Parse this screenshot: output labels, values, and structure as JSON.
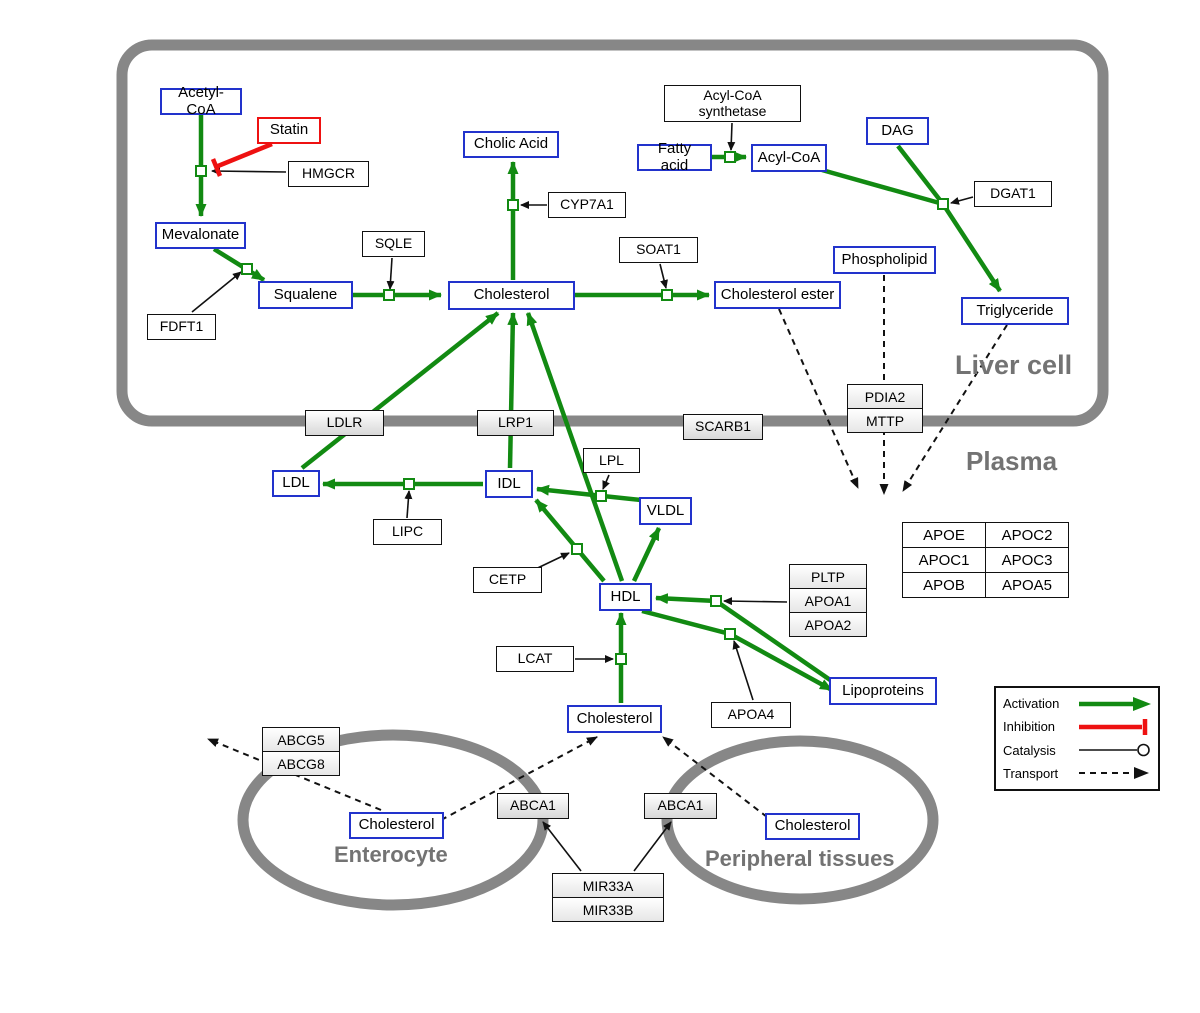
{
  "regions": {
    "liver_label": "Liver cell",
    "plasma_label": "Plasma",
    "enterocyte_label": "Enterocyte",
    "peripheral_label": "Peripheral tissues"
  },
  "nodes": {
    "acetyl_coa": "Acetyl-CoA",
    "statin": "Statin",
    "hmgcr": "HMGCR",
    "mevalonate": "Mevalonate",
    "fdft1": "FDFT1",
    "squalene": "Squalene",
    "sqle": "SQLE",
    "cholic_acid": "Cholic Acid",
    "cyp7a1": "CYP7A1",
    "cholesterol_liver": "Cholesterol",
    "soat1": "SOAT1",
    "cholesterol_ester": "Cholesterol ester",
    "acyl_coa_synthetase_1": "Acyl-CoA",
    "acyl_coa_synthetase_2": "synthetase",
    "fatty_acid": "Fatty acid",
    "acyl_coa": "Acyl-CoA",
    "dag": "DAG",
    "dgat1": "DGAT1",
    "phospholipid": "Phospholipid",
    "triglyceride": "Triglyceride",
    "ldlr": "LDLR",
    "lrp1": "LRP1",
    "scarb1": "SCARB1",
    "pdia2": "PDIA2",
    "mttp": "MTTP",
    "ldl": "LDL",
    "idl": "IDL",
    "lipc": "LIPC",
    "lpl": "LPL",
    "vldl": "VLDL",
    "cetp": "CETP",
    "hdl": "HDL",
    "pltp": "PLTP",
    "apoa1": "APOA1",
    "apoa2": "APOA2",
    "lcat": "LCAT",
    "apoa4": "APOA4",
    "lipoproteins": "Lipoproteins",
    "cholesterol_plasma": "Cholesterol",
    "abcg5": "ABCG5",
    "abcg8": "ABCG8",
    "cholesterol_enterocyte": "Cholesterol",
    "abca1_left": "ABCA1",
    "abca1_right": "ABCA1",
    "cholesterol_peripheral": "Cholesterol",
    "mir33a": "MIR33A",
    "mir33b": "MIR33B"
  },
  "apo_table": {
    "rows": [
      [
        "APOE",
        "APOC2"
      ],
      [
        "APOC1",
        "APOC3"
      ],
      [
        "APOB",
        "APOA5"
      ]
    ]
  },
  "legend": {
    "activation": "Activation",
    "inhibition": "Inhibition",
    "catalysis": "Catalysis",
    "transport": "Transport"
  },
  "colors": {
    "activation": "#128a12",
    "inhibition": "#ee1111",
    "metabolite": "#2233cc",
    "membrane": "#878787"
  }
}
